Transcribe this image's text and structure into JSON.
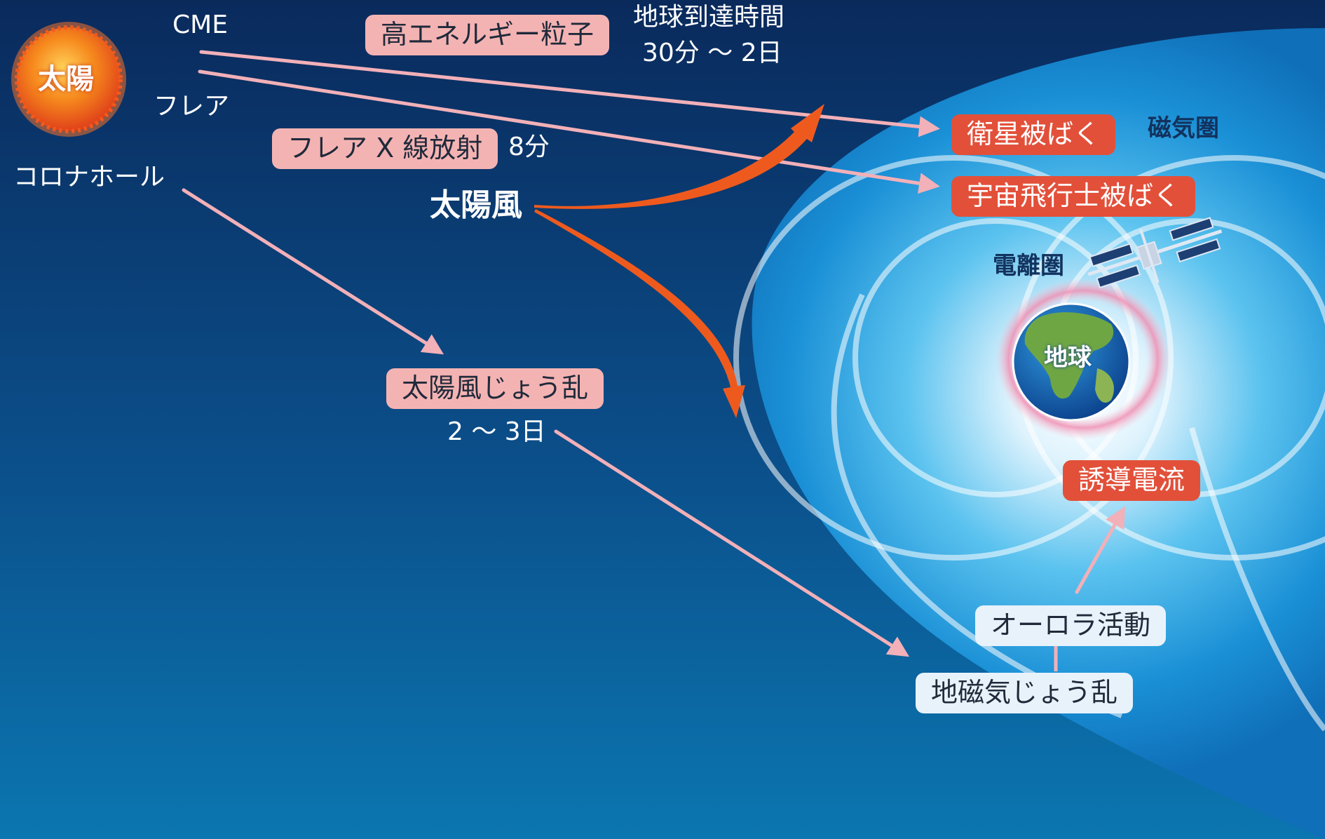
{
  "labels": {
    "sun": "太陽",
    "cme": "CME",
    "flare": "フレア",
    "coronal_hole": "コロナホール",
    "high_energy_particles": "高エネルギー粒子",
    "arrival_time_title": "地球到達時間",
    "arrival_time_cme": "30分 〜 2日",
    "flare_xray": "フレア X 線放射",
    "flare_xray_time": "8分",
    "solar_wind": "太陽風",
    "solar_wind_disturbance": "太陽風じょう乱",
    "solar_wind_disturbance_time": "2 〜 3日",
    "satellite_exposure": "衛星被ばく",
    "astronaut_exposure": "宇宙飛行士被ばく",
    "magnetosphere": "磁気圏",
    "ionosphere": "電離圏",
    "earth": "地球",
    "induced_current": "誘導電流",
    "aurora_activity": "オーロラ活動",
    "geomagnetic_disturbance": "地磁気じょう乱"
  },
  "colors": {
    "space_dark": "#0a2a5c",
    "space_light": "#0b76b0",
    "pink_pill": "#f4b3b3",
    "red_pill": "#e2503a",
    "pale_pill": "#e8f2fb",
    "arrow_pink": "#f2b0b8",
    "arrow_orange": "#ee5a1e",
    "navy_text": "#12325e"
  },
  "icons": {
    "sun": "sun-icon",
    "earth": "earth-icon",
    "satellite": "space-station-icon"
  }
}
